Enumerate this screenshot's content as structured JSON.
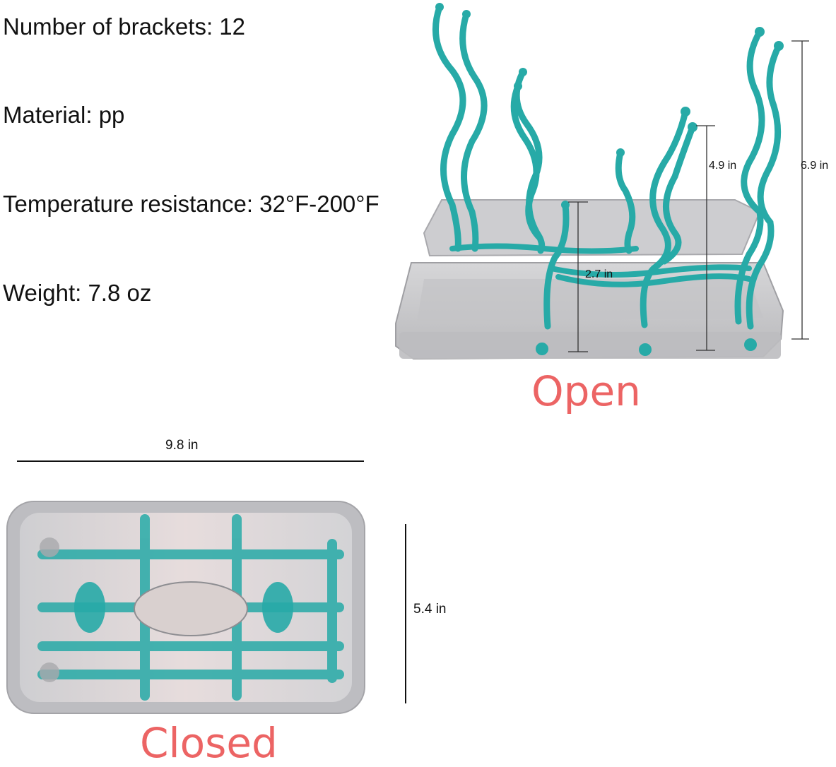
{
  "specs": {
    "brackets": "Number of brackets: 12",
    "material": "Material: pp",
    "temperature": "Temperature resistance: 32°F-200°F",
    "weight": "Weight: 7.8 oz"
  },
  "dimensions": {
    "open_tall": "6.9 in",
    "open_mid": "4.9 in",
    "open_short": "2.7 in",
    "closed_width": "9.8 in",
    "closed_height": "5.4 in"
  },
  "states": {
    "open": "Open",
    "closed": "Closed"
  },
  "colors": {
    "teal": "#27aaa7",
    "tray": "#c9c9cb",
    "label": "#ec6464"
  }
}
